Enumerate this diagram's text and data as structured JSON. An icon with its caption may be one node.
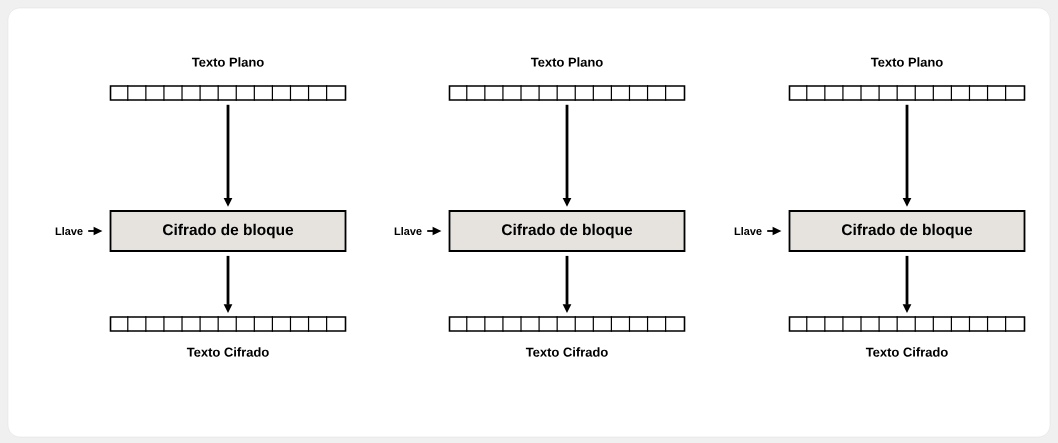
{
  "diagram": {
    "nodes": [
      {
        "text": [
          "Texto Plano"
        ]
      },
      {
        "text": [
          "Llave"
        ]
      },
      {
        "text": [
          "Cifrado de bloque"
        ]
      },
      {
        "text": [
          "Texto Cifrado"
        ]
      },
      {
        "text": [
          "Texto Plano"
        ]
      },
      {
        "text": [
          "Llave"
        ]
      },
      {
        "text": [
          "Cifrado de bloque"
        ]
      },
      {
        "text": [
          "Texto Cifrado"
        ]
      },
      {
        "text": [
          "Texto Plano"
        ]
      },
      {
        "text": [
          "Llave"
        ]
      },
      {
        "text": [
          "Cifrado de bloque"
        ]
      },
      {
        "text": [
          "Texto Cifrado"
        ]
      }
    ],
    "edges": [
      {
        "from": 0,
        "to": 2,
        "arrow": "to"
      },
      {
        "from": 1,
        "to": 2,
        "arrow": "to"
      },
      {
        "from": 2,
        "to": 3,
        "arrow": "to"
      },
      {
        "from": 4,
        "to": 6,
        "arrow": "to"
      },
      {
        "from": 5,
        "to": 6,
        "arrow": "to"
      },
      {
        "from": 6,
        "to": 7,
        "arrow": "to"
      },
      {
        "from": 8,
        "to": 10,
        "arrow": "to"
      },
      {
        "from": 9,
        "to": 10,
        "arrow": "to"
      },
      {
        "from": 10,
        "to": 11,
        "arrow": "to"
      }
    ]
  }
}
